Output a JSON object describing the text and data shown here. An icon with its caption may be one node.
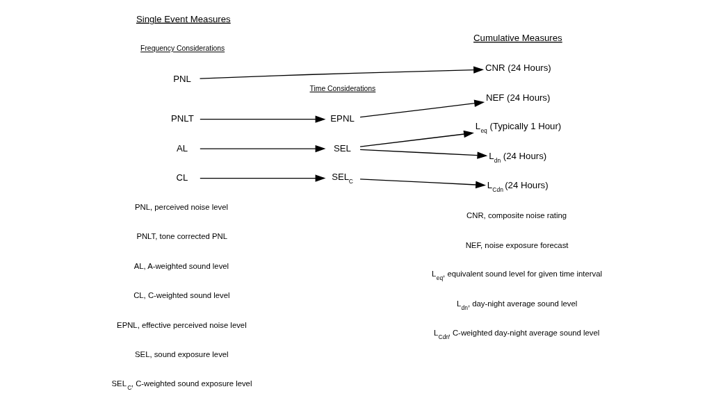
{
  "diagram": {
    "nodes": [
      {
        "text": [
          "PNL"
        ]
      },
      {
        "text": [
          "PNLT"
        ]
      },
      {
        "text": [
          "AL"
        ]
      },
      {
        "text": [
          "CL"
        ]
      },
      {
        "text": [
          "EPNL"
        ]
      },
      {
        "text": [
          "SEL"
        ]
      },
      {
        "text": [
          "SEL$_{C}$"
        ]
      },
      {
        "text": [
          "CNR (24 Hours)"
        ]
      },
      {
        "text": [
          "NEF (24 Hours)"
        ]
      },
      {
        "text": [
          "L$_{eq}$ (Typically 1 Hour)"
        ]
      },
      {
        "text": [
          "L$_{dn}$ (24 Hours)"
        ]
      },
      {
        "text": [
          "L$_{Cdn}$ (24 Hours)"
        ]
      }
    ],
    "edges": [
      {
        "from": 0,
        "to": 7,
        "arrow": "to"
      },
      {
        "from": 1,
        "to": 4,
        "arrow": "to"
      },
      {
        "from": 4,
        "to": 8,
        "arrow": "to"
      },
      {
        "from": 2,
        "to": 5,
        "arrow": "to"
      },
      {
        "from": 5,
        "to": 9,
        "arrow": "to"
      },
      {
        "from": 5,
        "to": 10,
        "arrow": "to"
      },
      {
        "from": 3,
        "to": 6,
        "arrow": "to"
      },
      {
        "from": 6,
        "to": 11,
        "arrow": "to"
      }
    ],
    "labels": [
      "Single Event Measures",
      "Cumulative Measures",
      "Frequency Considerations",
      "Time Considerations",
      "PNL, perceived noise level",
      "PNLT, tone corrected PNL",
      "AL, A-weighted sound level",
      "CL, C-weighted sound level",
      "EPNL, effective perceived noise level",
      "SEL, sound exposure level",
      "SEL$_{C}$, C-weighted sound exposure level",
      "CNR, composite noise rating",
      "NEF, noise exposure forecast",
      "L$_{eq}$, equivalent sound level for given time interval",
      "L$_{dn}$, day-night average sound level",
      "L$_{Cdn}$, C-weighted day-night average sound level"
    ]
  }
}
